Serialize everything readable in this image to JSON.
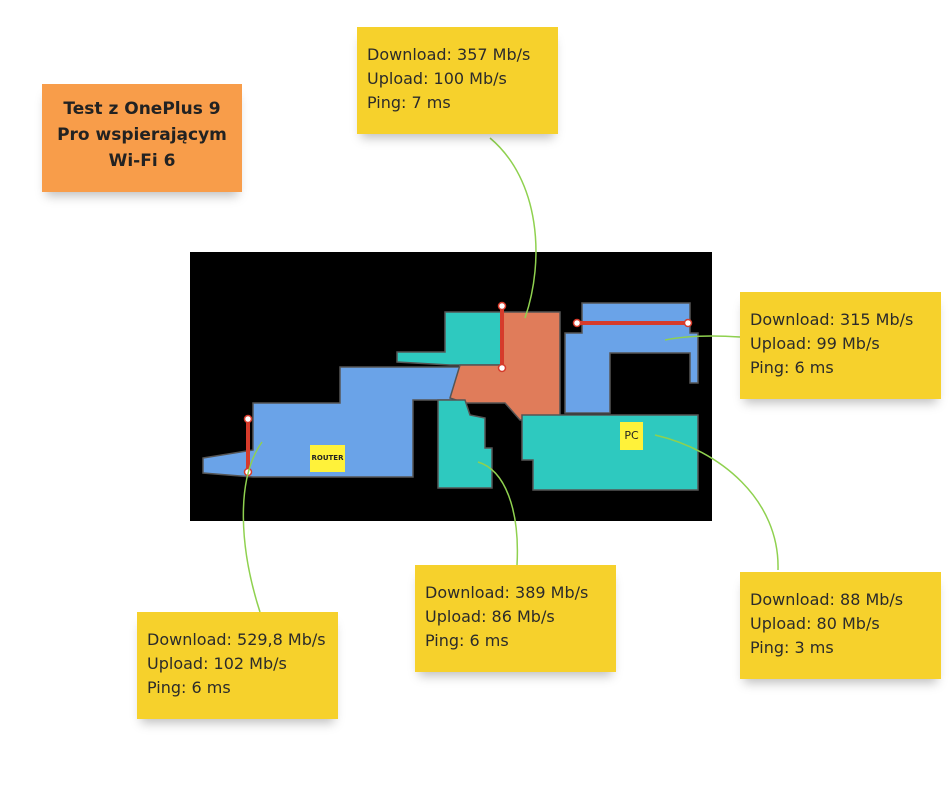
{
  "title_note": {
    "lines": [
      "Test z OnePlus 9",
      "Pro wspierającym",
      "Wi-Fi 6"
    ]
  },
  "map": {
    "router_label": "ROUTER",
    "pc_label": "PC"
  },
  "notes": [
    {
      "id": "top",
      "lines": [
        "Download: 357 Mb/s",
        "Upload: 100 Mb/s",
        "Ping: 7 ms"
      ]
    },
    {
      "id": "right",
      "lines": [
        "Download: 315 Mb/s",
        "Upload: 99 Mb/s",
        "Ping: 6 ms"
      ]
    },
    {
      "id": "router",
      "lines": [
        "Download: 529,8 Mb/s",
        "Upload: 102 Mb/s",
        "Ping: 6 ms"
      ]
    },
    {
      "id": "middle",
      "lines": [
        "Download: 389 Mb/s",
        "Upload: 86 Mb/s",
        "Ping: 6 ms"
      ]
    },
    {
      "id": "pc",
      "lines": [
        "Download: 88 Mb/s",
        "Upload: 80 Mb/s",
        "Ping: 3 ms"
      ]
    }
  ],
  "colors": {
    "note": "#f6d12c",
    "title": "#f89d4a",
    "room_blue": "#6aa3e8",
    "room_teal": "#2ec9bf",
    "room_orange": "#e07c5a",
    "connector": "#8fd14f",
    "wall_line": "#d63b2b"
  }
}
